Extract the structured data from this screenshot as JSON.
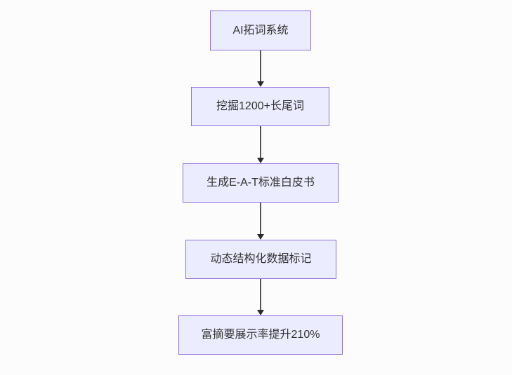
{
  "flowchart": {
    "type": "flowchart",
    "direction": "top-down",
    "background_color": "#fcfcfc",
    "node_fill_color": "#ECECFF",
    "node_border_color": "#9370DB",
    "node_text_color": "#333333",
    "arrow_color": "#555555",
    "arrowhead_color": "#2b2b2b",
    "nodes": [
      {
        "id": "n1",
        "label": "AI拓词系统"
      },
      {
        "id": "n2",
        "label": "挖掘1200+长尾词"
      },
      {
        "id": "n3",
        "label": "生成E-A-T标准白皮书"
      },
      {
        "id": "n4",
        "label": "动态结构化数据标记"
      },
      {
        "id": "n5",
        "label": "富摘要展示率提升210%"
      }
    ],
    "edges": [
      {
        "from": "n1",
        "to": "n2"
      },
      {
        "from": "n2",
        "to": "n3"
      },
      {
        "from": "n3",
        "to": "n4"
      },
      {
        "from": "n4",
        "to": "n5"
      }
    ]
  }
}
